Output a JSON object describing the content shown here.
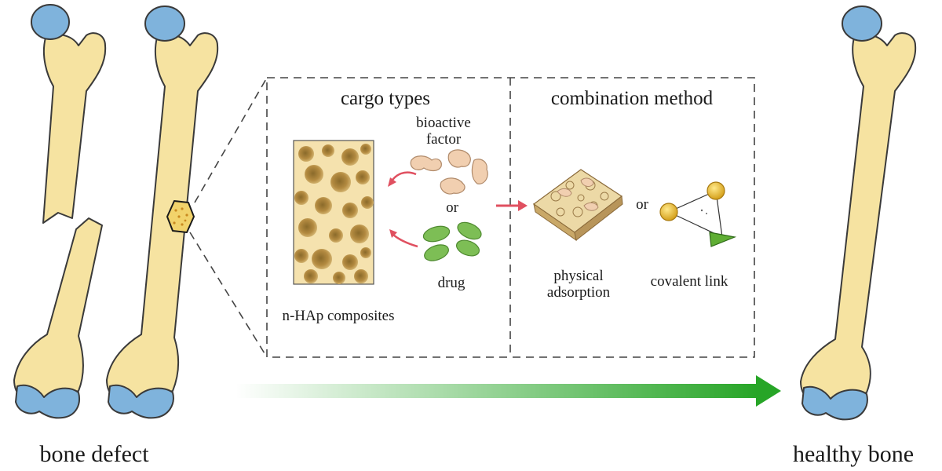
{
  "labels": {
    "bone_defect": "bone defect",
    "healthy_bone": "healthy bone",
    "cargo_types": "cargo types",
    "combination_method": "combination method",
    "bioactive_line1": "bioactive",
    "bioactive_line2": "factor",
    "or_cargo": "or",
    "drug": "drug",
    "composite": "n-HAp composites",
    "physical_line1": "physical",
    "physical_line2": "adsorption",
    "or_method": "or",
    "covalent": "covalent link"
  },
  "colors": {
    "bone": "#f6e3a1",
    "bone_outline": "#3a3a3a",
    "joint": "#7fb3dc",
    "composite_bg": "#f5e2ae",
    "pore": "#c9a25a",
    "pore_core": "#8a6a2a",
    "factor": "#f1cfb0",
    "drug": "#7dbe55",
    "curve_arrow": "#e05060",
    "progress_arrow": "#27a527",
    "gold": "#e6b422",
    "cone": "#5fae34"
  },
  "icons": {
    "progress": "arrow-right-gradient",
    "transfer": "arrow-right-red",
    "load": "curved-arrow-left"
  }
}
